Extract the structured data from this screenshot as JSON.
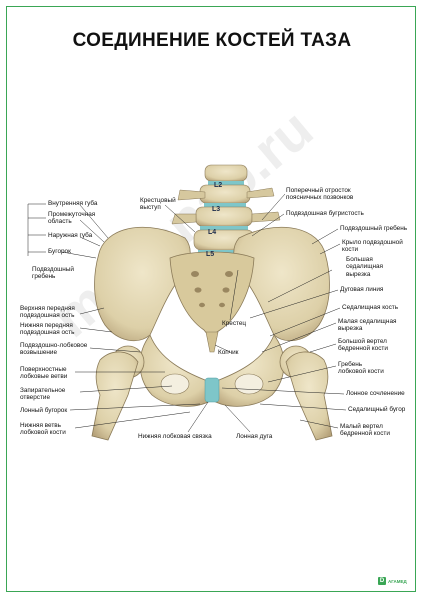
{
  "title": "СОЕДИНЕНИЕ КОСТЕЙ ТАЗА",
  "watermark": "medsnab.ru",
  "vertebrae": [
    "L2",
    "L3",
    "L4",
    "L5"
  ],
  "labels_left": [
    "Внутренняя губа",
    "Промежуточная\nобласть",
    "Наружная губа",
    "Бугорок",
    "Подвздошный\nгребень",
    "Верхняя передняя\nподвздошная ость",
    "Нижняя передняя\nподвздошная ость",
    "Подвздошно-лобковое\nвозвышение",
    "Поверхностные\nлобковые ветви",
    "Запирательное\nотверстие",
    "Лонный бугорок",
    "Нижняя ветвь\nлобковой кости"
  ],
  "labels_right": [
    "Поперечный отросток\nпоясничных позвонков",
    "Подвздошная бугристость",
    "Подвздошный гребень",
    "Крыло подвздошной\nкости",
    "Большая\nседалищная\nвырезка",
    "Дуговая линия",
    "Седалищная кость",
    "Малая седалищная\nвырезка",
    "Большой вертел\nбедренной кости",
    "Гребень\nлобковой кости",
    "Лонное сочленение",
    "Седалищный бугор",
    "Малый вертел\nбедренной кости"
  ],
  "labels_center": [
    "Крестцовый\nвыступ",
    "Крестец",
    "Копчик",
    "Нижняя лобковая связка",
    "Лонная дуга"
  ],
  "logo": "АГАМЕД",
  "colors": {
    "frame": "#3aa655",
    "bone": "#e3d7b4",
    "bone_shade": "#b9a77c",
    "disc": "#7ec6c9"
  }
}
